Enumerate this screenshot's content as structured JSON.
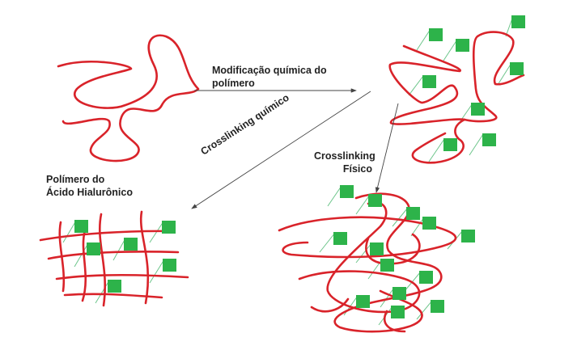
{
  "labels": {
    "chemical_modification": [
      "Modificação química do",
      "polímero"
    ],
    "chemical_crosslinking": "Crosslinking químico",
    "physical_crosslinking": [
      "Crosslinking",
      "Físico"
    ],
    "polymer": [
      "Polímero do",
      "Ácido Hialurônico"
    ]
  },
  "colors": {
    "polymer_chain": "#d9232a",
    "functional_group": "#2db34a",
    "arrow": "#444444"
  }
}
